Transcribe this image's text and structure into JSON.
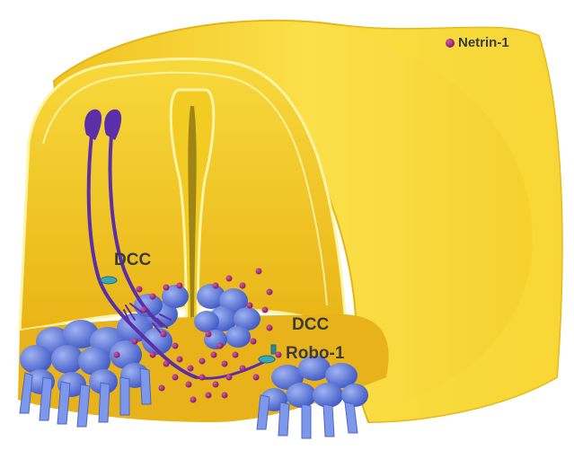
{
  "legend": {
    "label": "Netrin-1"
  },
  "labels": {
    "dcc_left": "DCC",
    "dcc_right": "DCC",
    "robo": "Robo-1"
  },
  "colors": {
    "tissue": "#f6d631",
    "tissue_shadow": "#d9a90a",
    "tissue_outline": "#fff3a6",
    "floor_plate_cells": "#5872d8",
    "neuron": "#5a2fa8",
    "netrin": "#a3287e",
    "receptor": "#39a7b5"
  }
}
